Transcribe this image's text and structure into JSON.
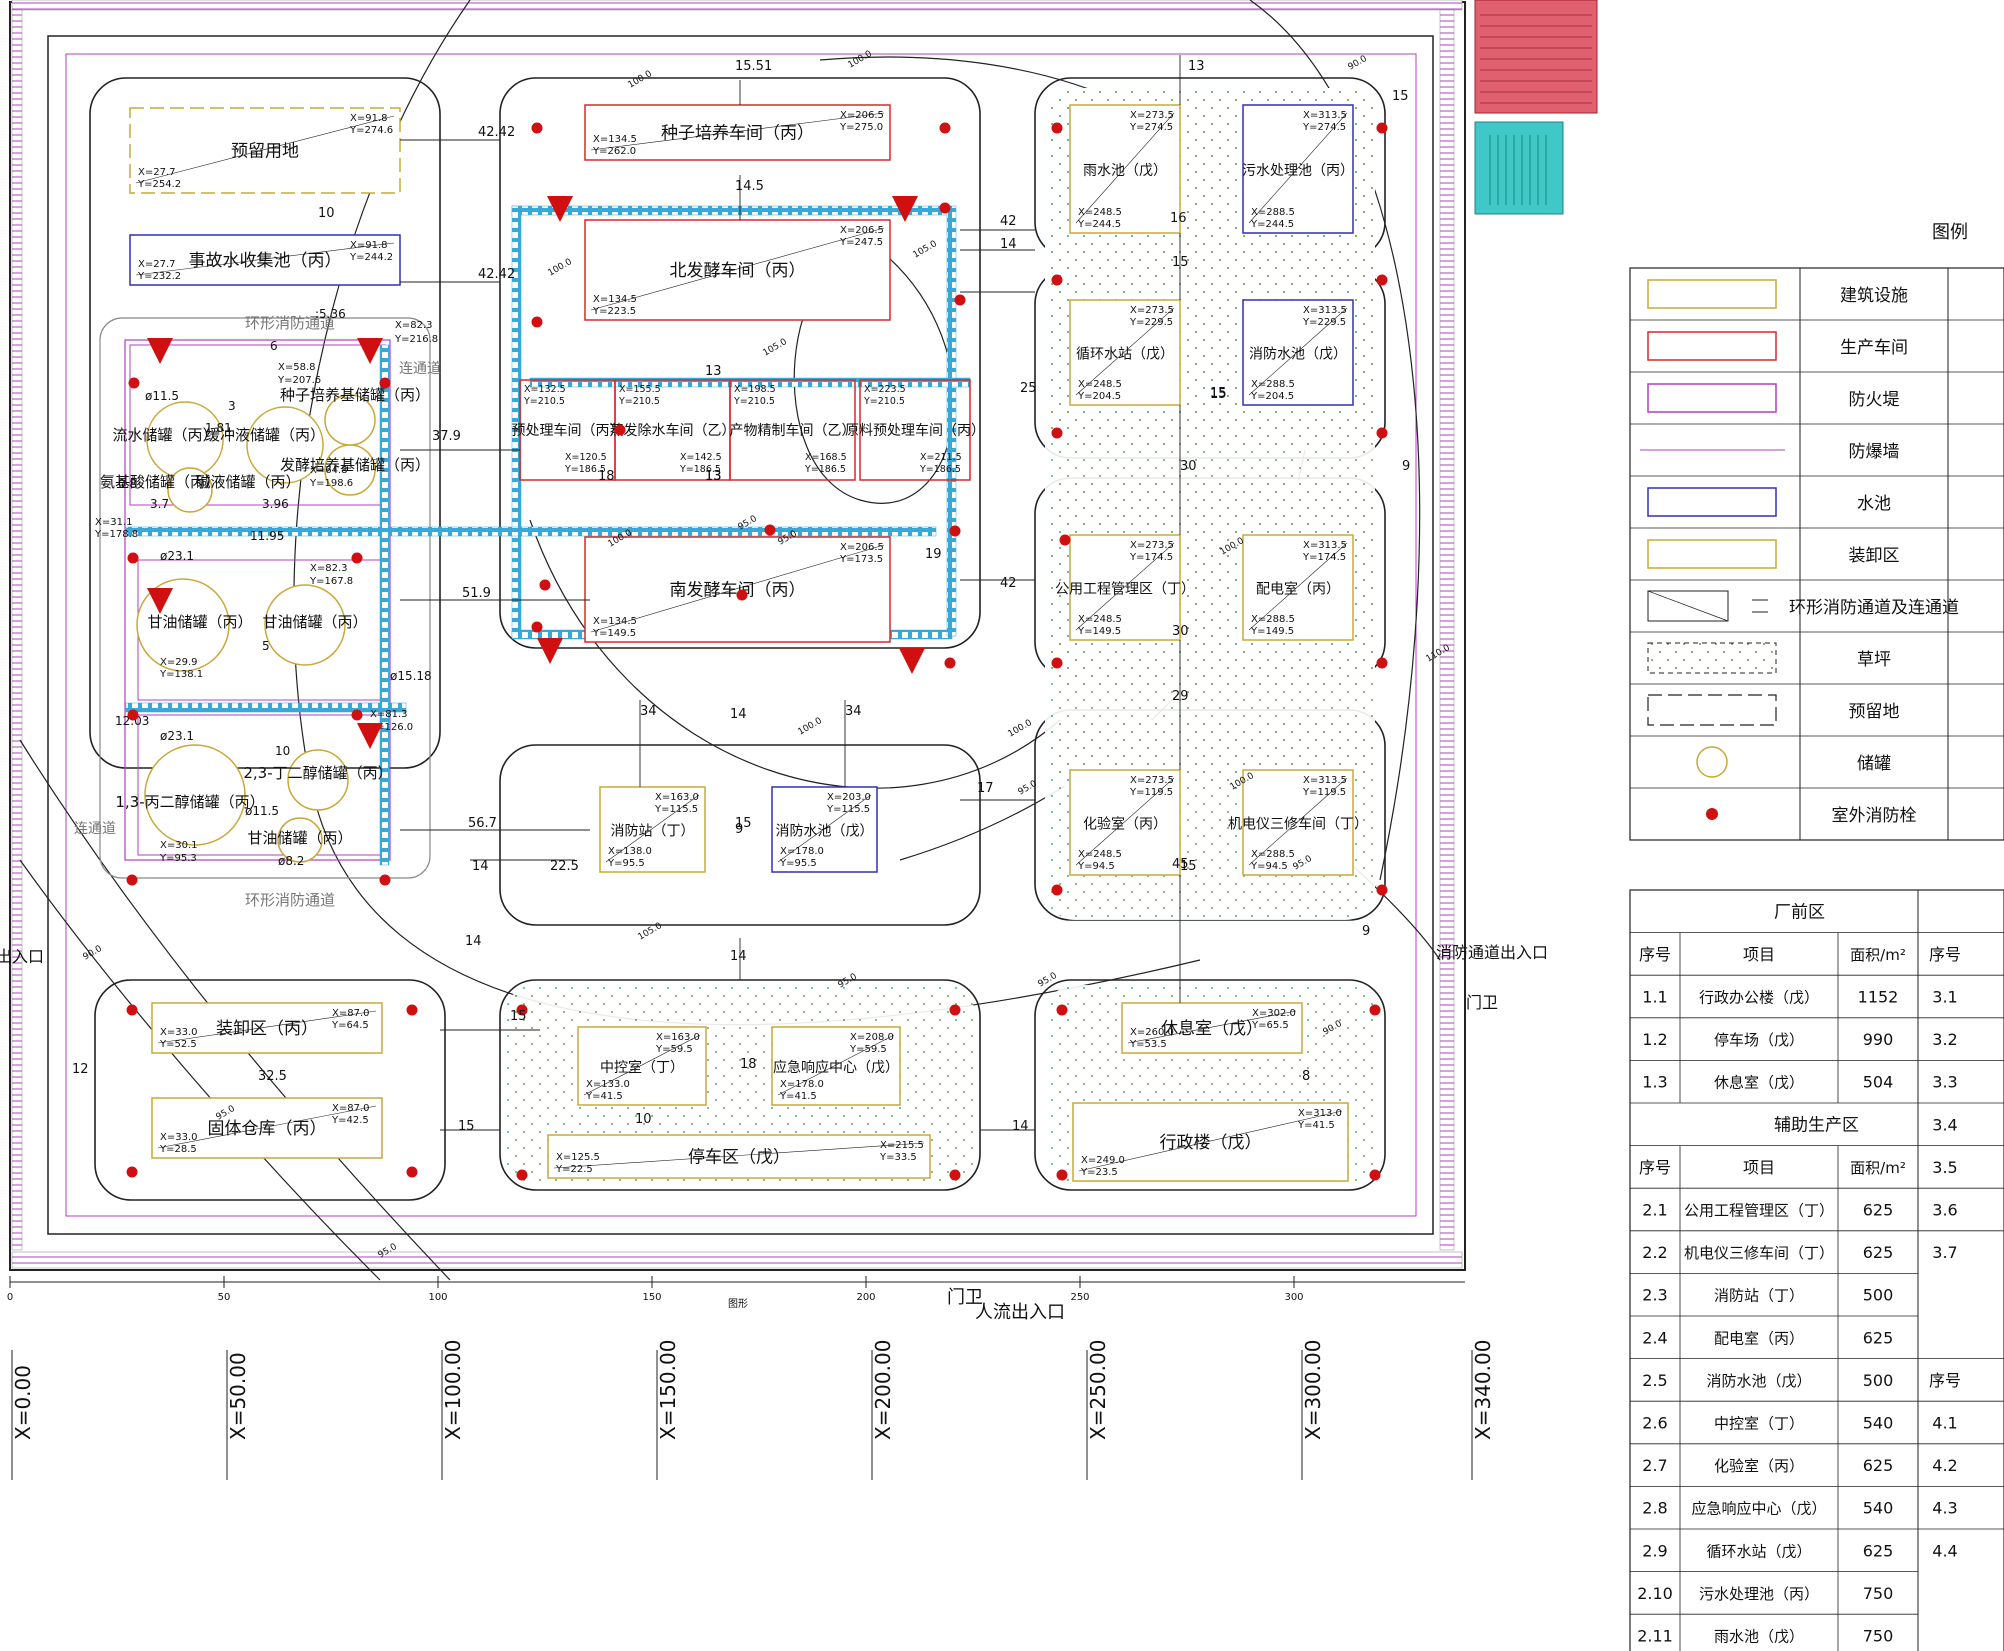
{
  "plan": {
    "zones": [
      {
        "label": "预留用地",
        "x1": "X=27.7",
        "y1": "Y=254.2",
        "x2": "X=91.8",
        "y2": "Y=274.6"
      },
      {
        "label": "事故水收集池（丙）",
        "x1": "X=27.7",
        "y1": "Y=232.2",
        "x2": "X=91.8",
        "y2": "Y=244.2"
      },
      {
        "label": "种子培养车间（丙）",
        "x1": "X=134.5",
        "y1": "Y=262.0",
        "x2": "X=206.5",
        "y2": "Y=275.0"
      },
      {
        "label": "北发酵车间（丙）",
        "x1": "X=134.5",
        "y1": "Y=223.5",
        "x2": "X=206.5",
        "y2": "Y=247.5"
      },
      {
        "label": "南发酵车间（丙）",
        "x1": "X=134.5",
        "y1": "Y=149.5",
        "x2": "X=206.5",
        "y2": "Y=173.5"
      },
      {
        "label": "雨水池（戊）",
        "x1": "X=248.5",
        "y1": "Y=244.5",
        "x2": "X=273.5",
        "y2": "Y=274.5"
      },
      {
        "label": "污水处理池（丙）",
        "x1": "X=288.5",
        "y1": "Y=244.5",
        "x2": "X=313.5",
        "y2": "Y=274.5"
      },
      {
        "label": "循环水站（戊）",
        "x1": "X=248.5",
        "y1": "Y=204.5",
        "x2": "X=273.5",
        "y2": "Y=229.5"
      },
      {
        "label": "消防水池（戊）",
        "x1": "X=288.5",
        "y1": "Y=204.5",
        "x2": "X=313.5",
        "y2": "Y=229.5"
      },
      {
        "label": "公用工程管理区（丁）",
        "x1": "X=248.5",
        "y1": "Y=149.5",
        "x2": "X=273.5",
        "y2": "Y=174.5"
      },
      {
        "label": "配电室（丙）",
        "x1": "X=288.5",
        "y1": "Y=149.5",
        "x2": "X=313.5",
        "y2": "Y=174.5"
      },
      {
        "label": "化验室（丙）",
        "x1": "X=248.5",
        "y1": "Y=94.5",
        "x2": "X=273.5",
        "y2": "Y=119.5"
      },
      {
        "label": "机电仪三修车间（丁）",
        "x1": "X=288.5",
        "y1": "Y=94.5",
        "x2": "X=313.5",
        "y2": "Y=119.5"
      },
      {
        "label": "消防站（丁）",
        "x1": "X=138.0",
        "y1": "Y=95.5",
        "x2": "X=163.0",
        "y2": "Y=115.5"
      },
      {
        "label": "消防水池（戊）",
        "x1": "X=178.0",
        "y1": "Y=95.5",
        "x2": "X=203.0",
        "y2": "Y=115.5"
      },
      {
        "label": "装卸区（丙）",
        "x1": "X=33.0",
        "y1": "Y=52.5",
        "x2": "X=87.0",
        "y2": "Y=64.5"
      },
      {
        "label": "固体仓库（丙）",
        "x1": "X=33.0",
        "y1": "Y=28.5",
        "x2": "X=87.0",
        "y2": "Y=42.5"
      },
      {
        "label": "中控室（丁）",
        "x1": "X=133.0",
        "y1": "Y=41.5",
        "x2": "X=163.0",
        "y2": "Y=59.5"
      },
      {
        "label": "应急响应中心（戊）",
        "x1": "X=178.0",
        "y1": "Y=41.5",
        "x2": "X=208.0",
        "y2": "Y=59.5"
      },
      {
        "label": "停车区（戊）",
        "x1": "X=125.5",
        "y1": "Y=22.5",
        "x2": "X=215.5",
        "y2": "Y=33.5"
      },
      {
        "label": "休息室（戊）",
        "x1": "X=260.0",
        "y1": "Y=53.5",
        "x2": "X=302.0",
        "y2": "Y=65.5"
      },
      {
        "label": "行政楼（戊）",
        "x1": "X=249.0",
        "y1": "Y=23.5",
        "x2": "X=313.0",
        "y2": "Y=41.5"
      }
    ],
    "process_rooms": [
      {
        "label": "预处理车间（丙）",
        "x1": "X=120.5",
        "y1": "Y=186.5",
        "x2": "X=132.5",
        "y2": "Y=210.5"
      },
      {
        "label": "蒸发除水车间（乙）",
        "x1": "X=142.5",
        "y1": "Y=186.5",
        "x2": "X=155.5",
        "y2": "Y=210.5"
      },
      {
        "label": "产物精制车间（乙）",
        "x1": "X=168.5",
        "y1": "Y=186.5",
        "x2": "X=198.5",
        "y2": "Y=210.5"
      },
      {
        "label": "原料预处理车间（丙）",
        "x1": "X=211.5",
        "y1": "Y=186.5",
        "x2": "X=223.5",
        "y2": "Y=210.5"
      }
    ],
    "tank_area": {
      "labels": [
        "种子培养基储罐（丙）",
        "发酵培养基储罐（丙）",
        "流水储罐（丙）",
        "缓冲液储罐（丙）",
        "甘油储罐（丙）",
        "甘油储罐（丙）",
        "1,3-丙二醇储罐（丙）",
        "2,3-丁二醇储罐（丙）",
        "甘油储罐（丙）",
        "碱液储罐（丙）"
      ],
      "extra_label": "氨基酸储罐（丙）",
      "fire_road": "环形消防通道",
      "link_road": "连通道",
      "coords": [
        "X=82.3",
        "Y=216.8",
        "X=58.8",
        "Y=207.6",
        "X=64.8",
        "Y=198.6",
        "X=31.1",
        "Y=178.8",
        "X=82.3",
        "Y=167.8",
        "X=29.9",
        "Y=138.1",
        "X=81.3",
        "Y=126.0",
        "X=30.1",
        "Y=95.3"
      ],
      "dims": [
        "6",
        "3",
        "3.7",
        "3.96",
        "1.81",
        "0.8",
        "11.95",
        "5",
        "10",
        "12.03",
        "ø11.5",
        "ø23.1",
        "ø15.18",
        "ø23.1",
        "ø11.5",
        "ø8.2",
        ":5.36"
      ]
    },
    "dimensions": [
      "42.42",
      "42.42",
      "10",
      "15.51",
      "14.5",
      "42",
      "14",
      "37.9",
      "51.9",
      "56.7",
      "22.5",
      "14",
      "34",
      "34",
      "14",
      "15",
      "19",
      "42",
      "25",
      "13",
      "13",
      "18",
      "13",
      "13",
      "16",
      "15",
      "15",
      "30",
      "30",
      "29",
      "15",
      "15",
      "15",
      "9",
      "17",
      "9",
      "45",
      "15",
      "18",
      "32.5",
      "15",
      "10",
      "14",
      "8",
      "14",
      "12",
      "14",
      "9"
    ],
    "contour_labels": [
      "100.0",
      "100.0",
      "105.0",
      "105.0",
      "100.0",
      "95.0",
      "95.0",
      "95.0",
      "95.0",
      "90.0",
      "90.0",
      "90.0",
      "95.0",
      "95.0",
      "105.0",
      "100.0",
      "100.0",
      "95.0",
      "100.0",
      "100.0",
      "100.0",
      "110.0",
      "95.0"
    ],
    "axis_ticks": [
      "0",
      "50",
      "100",
      "150",
      "200",
      "250",
      "300"
    ],
    "axis_caption": "图形",
    "x_grid": [
      "X=0.00",
      "X=50.00",
      "X=100.00",
      "X=150.00",
      "X=200.00",
      "X=250.00",
      "X=300.00",
      "X=340.00"
    ],
    "gates": {
      "people": "人流出入口",
      "fire_exit_left": "出入口",
      "fire_exit_right": "消防通道出入口",
      "guard_bottom": "门卫",
      "guard_right": "门卫"
    }
  },
  "legend": {
    "title": "图例",
    "items": [
      {
        "label": "建筑设施",
        "style": "yellow-rect"
      },
      {
        "label": "生产车间",
        "style": "red-rect"
      },
      {
        "label": "防火堤",
        "style": "magenta-rect"
      },
      {
        "label": "防爆墙",
        "style": "magenta-line"
      },
      {
        "label": "水池",
        "style": "blue-rect"
      },
      {
        "label": "装卸区",
        "style": "yellow-rect"
      },
      {
        "label": "环形消防通道及连通道",
        "style": "road"
      },
      {
        "label": "草坪",
        "style": "lawn"
      },
      {
        "label": "预留地",
        "style": "dash-rect"
      },
      {
        "label": "储罐",
        "style": "tank"
      },
      {
        "label": "室外消防栓",
        "style": "hydrant"
      }
    ]
  },
  "area_table": {
    "section1": "厂前区",
    "section2": "辅助生产区",
    "col_no": "序号",
    "col_item": "项目",
    "col_area": "面积/m²",
    "rows1": [
      {
        "no": "1.1",
        "item": "行政办公楼（戊）",
        "area": "1152"
      },
      {
        "no": "1.2",
        "item": "停车场（戊）",
        "area": "990"
      },
      {
        "no": "1.3",
        "item": "休息室（戊）",
        "area": "504"
      }
    ],
    "rows2": [
      {
        "no": "2.1",
        "item": "公用工程管理区（丁）",
        "area": "625"
      },
      {
        "no": "2.2",
        "item": "机电仪三修车间（丁）",
        "area": "625"
      },
      {
        "no": "2.3",
        "item": "消防站（丁）",
        "area": "500"
      },
      {
        "no": "2.4",
        "item": "配电室（丙）",
        "area": "625"
      },
      {
        "no": "2.5",
        "item": "消防水池（戊）",
        "area": "500"
      },
      {
        "no": "2.6",
        "item": "中控室（丁）",
        "area": "540"
      },
      {
        "no": "2.7",
        "item": "化验室（丙）",
        "area": "625"
      },
      {
        "no": "2.8",
        "item": "应急响应中心（戊）",
        "area": "540"
      },
      {
        "no": "2.9",
        "item": "循环水站（戊）",
        "area": "625"
      },
      {
        "no": "2.10",
        "item": "污水处理池（丙）",
        "area": "750"
      },
      {
        "no": "2.11",
        "item": "雨水池（戊）",
        "area": "750"
      }
    ],
    "right_col": [
      "序号",
      "3.1",
      "3.2",
      "3.3",
      "3.4",
      "3.5",
      "3.6",
      "3.7",
      "序号",
      "4.1",
      "4.2",
      "4.3",
      "4.4"
    ]
  },
  "colors": {
    "building": "#c8a838",
    "production": "#d42a2a",
    "dike": "#b040c0",
    "pool": "#3030b0",
    "pipe": "#38a8d8",
    "hydrant": "#d01010",
    "lawn": "#38a038",
    "road": "#222222",
    "note_red": "#e06070",
    "note_teal": "#40c8c8"
  }
}
